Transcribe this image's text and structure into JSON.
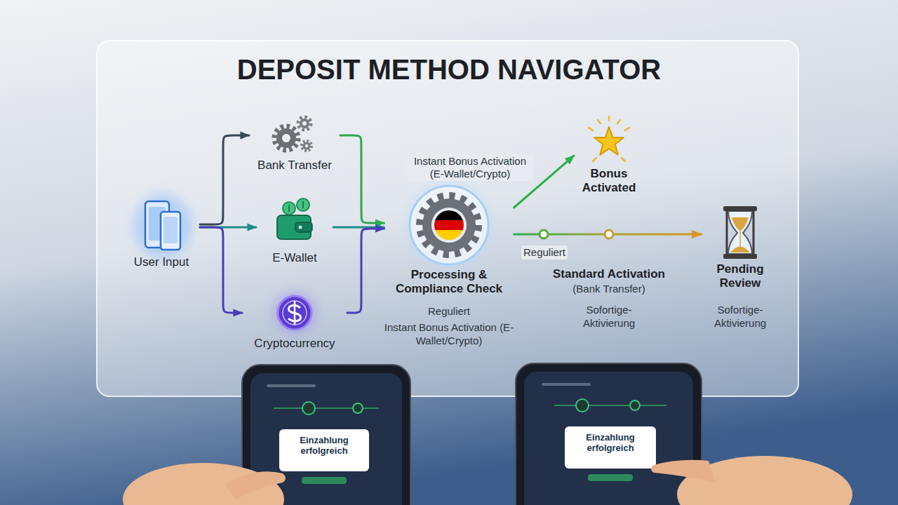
{
  "diagram": {
    "title": "DEPOSIT METHOD NAVIGATOR",
    "nodes": [
      {
        "text": [
          "User Input"
        ]
      },
      {
        "text": [
          "Bank Transfer"
        ]
      },
      {
        "text": [
          "E-Wallet"
        ]
      },
      {
        "text": [
          "Cryptocurrency"
        ]
      },
      {
        "text": [
          "Processing & Compliance Check",
          "Reguliert",
          "Instant Bonus Activation (E-Wallet/Crypto)"
        ]
      },
      {
        "text": [
          "Bonus Activated"
        ]
      },
      {
        "text": [
          "Pending Review",
          "Sofortige-Aktivierung"
        ]
      }
    ],
    "edges": [
      {
        "from": 0,
        "to": 1,
        "arrow": "to"
      },
      {
        "from": 0,
        "to": 2,
        "arrow": "to"
      },
      {
        "from": 0,
        "to": 3,
        "arrow": "to"
      },
      {
        "from": 1,
        "to": 4,
        "arrow": "to"
      },
      {
        "from": 2,
        "to": 4,
        "arrow": "to"
      },
      {
        "from": 3,
        "to": 4,
        "arrow": "to"
      },
      {
        "from": 4,
        "to": 5,
        "label": "Instant Bonus Activation (E-Wallet/Crypto)",
        "arrow": "to"
      },
      {
        "from": 4,
        "to": 6,
        "label": "Reguliert",
        "arrow": "to"
      }
    ],
    "labels": [
      "Standard Activation",
      "(Bank Transfer)",
      "Sofortige-Aktivierung",
      "Einzahlung erfolgreich",
      "Einzahlung erfolgreich"
    ]
  }
}
